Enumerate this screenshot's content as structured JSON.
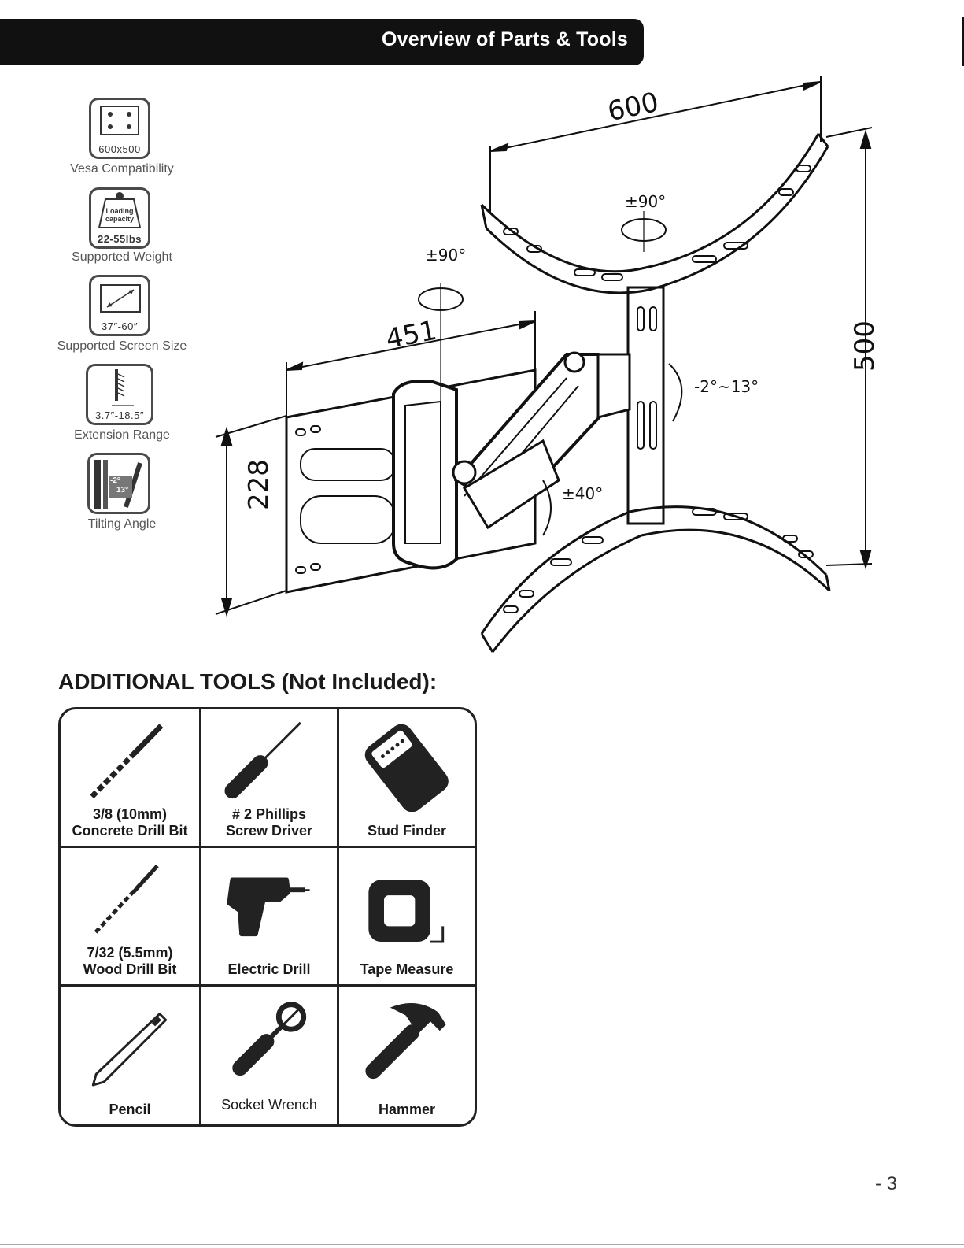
{
  "header": {
    "title": "Overview of Parts & Tools"
  },
  "specs": [
    {
      "icon": "vesa-pattern-icon",
      "value": "600x500",
      "label": "Vesa Compatibility"
    },
    {
      "icon": "weight-icon",
      "icon_text": "Loading capacity",
      "value": "22-55lbs",
      "label": "Supported Weight"
    },
    {
      "icon": "screen-size-icon",
      "value": "37″-60″",
      "label": "Supported Screen Size"
    },
    {
      "icon": "extension-icon",
      "value": "3.7″-18.5″",
      "label": "Extension Range"
    },
    {
      "icon": "tilt-icon",
      "tilt_up": "-2°",
      "tilt_down": "13°",
      "label": "Tilting Angle"
    }
  ],
  "diagram": {
    "dim_width": "600",
    "dim_height": "500",
    "dim_arm": "451",
    "dim_plate": "228",
    "swivel_top": "±90°",
    "swivel_arm": "±90°",
    "tilt": "-2°~13°",
    "swivel_wall": "±40°"
  },
  "tools": {
    "heading": "ADDITIONAL TOOLS (Not Included):",
    "items": [
      {
        "icon": "drill-bit-icon",
        "line1": "3/8 (10mm)",
        "line2": "Concrete Drill Bit"
      },
      {
        "icon": "screwdriver-icon",
        "line1": "# 2 Phillips",
        "line2": "Screw Driver"
      },
      {
        "icon": "stud-finder-icon",
        "line1": "",
        "line2": "Stud Finder"
      },
      {
        "icon": "wood-drill-bit-icon",
        "line1": "7/32 (5.5mm)",
        "line2": "Wood Drill Bit"
      },
      {
        "icon": "electric-drill-icon",
        "line1": "",
        "line2": "Electric Drill"
      },
      {
        "icon": "tape-measure-icon",
        "line1": "",
        "line2": "Tape Measure"
      },
      {
        "icon": "pencil-icon",
        "line1": "",
        "line2": "Pencil"
      },
      {
        "icon": "socket-wrench-icon",
        "line1": "",
        "line2": "Socket Wrench"
      },
      {
        "icon": "hammer-icon",
        "line1": "",
        "line2": "Hammer"
      }
    ]
  },
  "page_number": "- 3"
}
